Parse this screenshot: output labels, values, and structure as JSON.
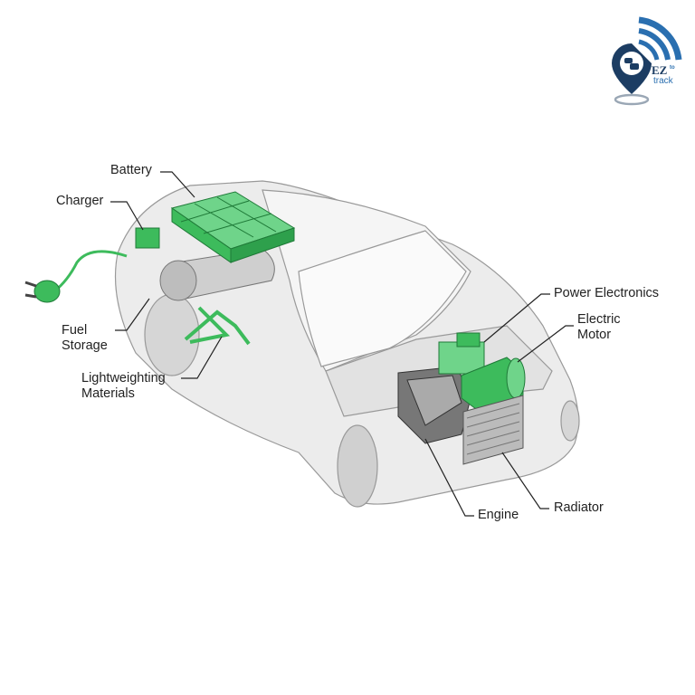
{
  "logo": {
    "brand_main": "EZ",
    "brand_small": "to",
    "brand_sub": "track"
  },
  "labels": {
    "battery": "Battery",
    "charger": "Charger",
    "fuel_storage_1": "Fuel",
    "fuel_storage_2": "Storage",
    "lightweighting_1": "Lightweighting",
    "lightweighting_2": "Materials",
    "power_electronics": "Power Electronics",
    "electric_motor_1": "Electric",
    "electric_motor_2": "Motor",
    "radiator": "Radiator",
    "engine": "Engine"
  },
  "colors": {
    "component_green": "#3dbb5c",
    "car_body": "#e6e6e6",
    "logo_blue": "#2a6fb0",
    "logo_dark": "#1c3d63"
  }
}
